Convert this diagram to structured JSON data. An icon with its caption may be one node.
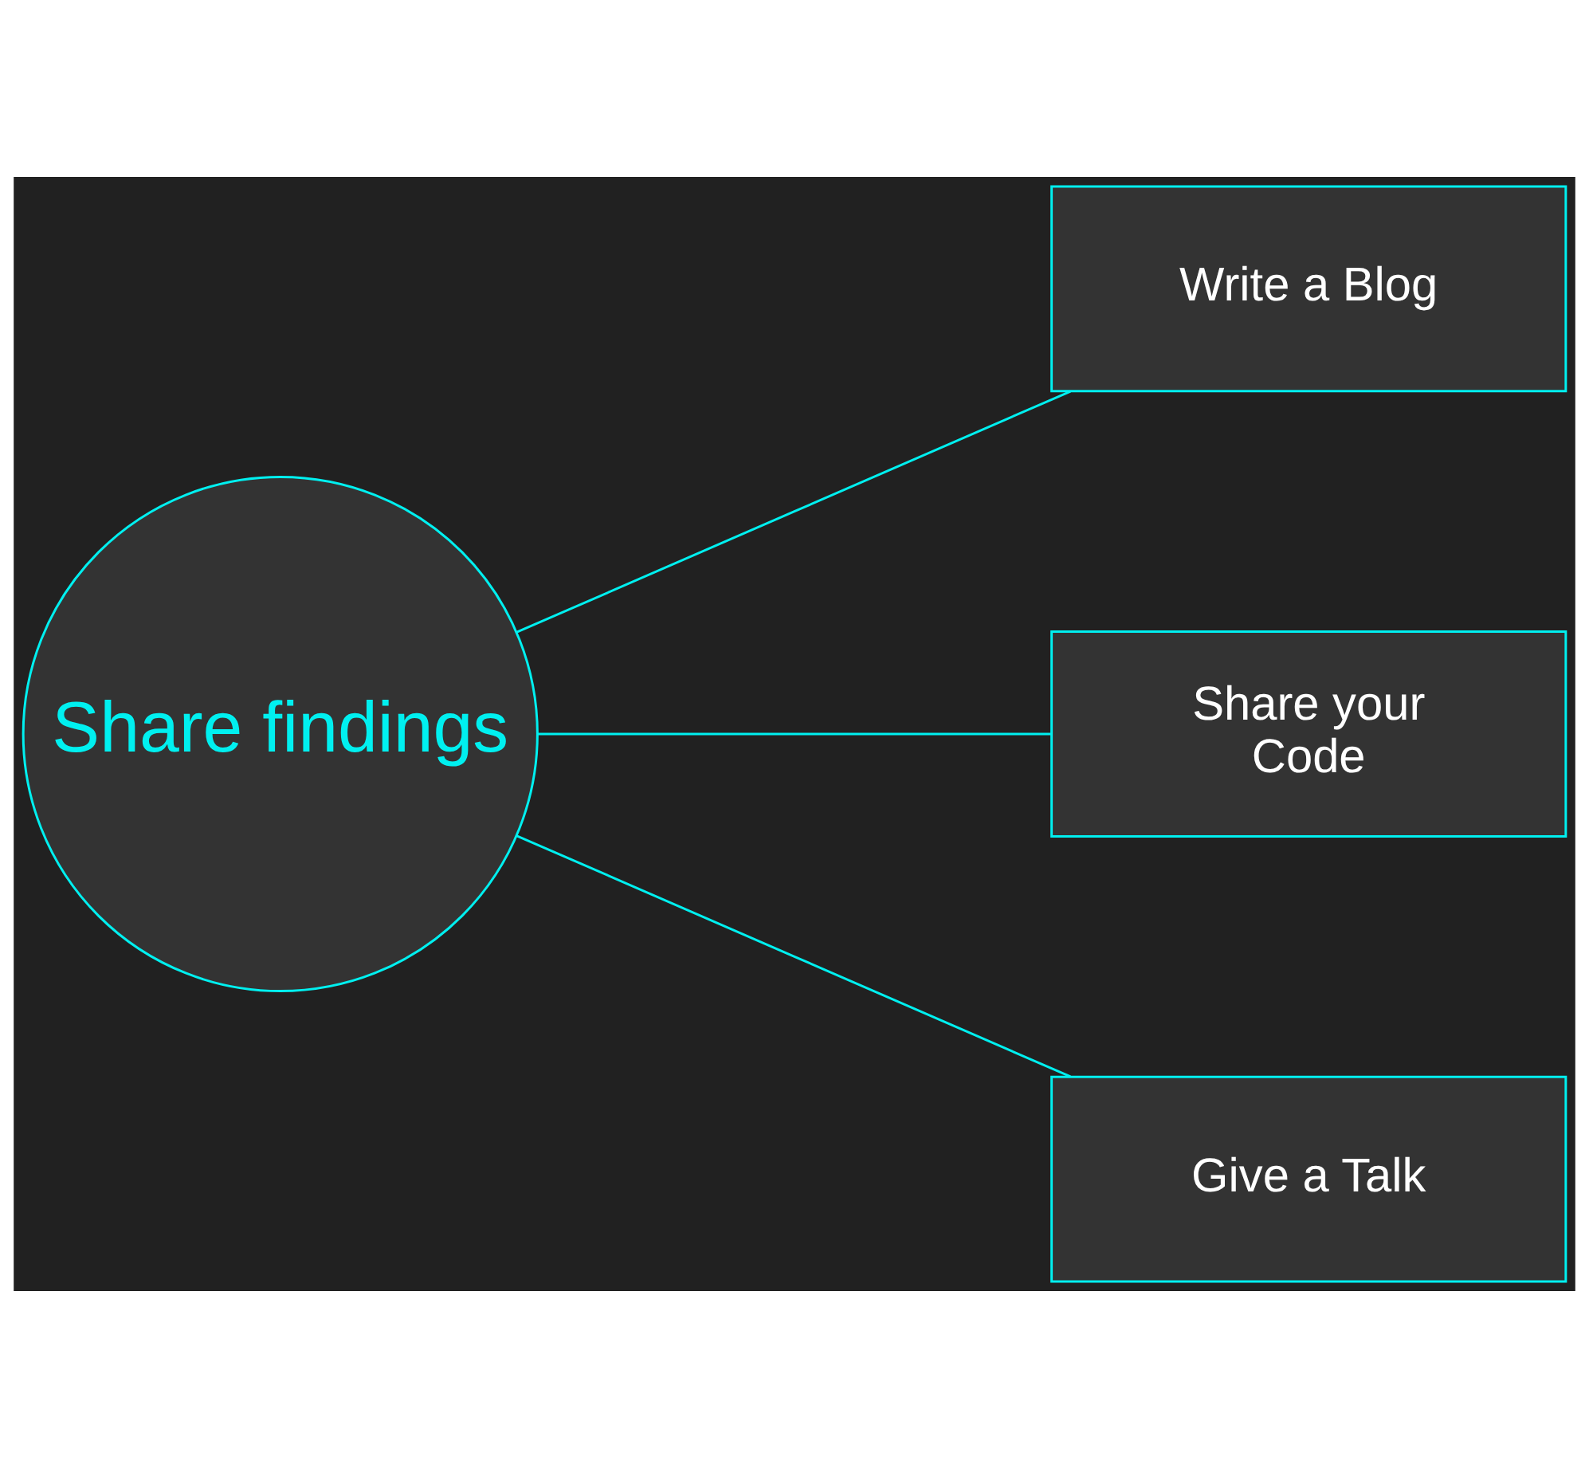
{
  "diagram": {
    "nodes": [
      {
        "text": [
          "Share findings"
        ]
      },
      {
        "text": [
          "Write a Blog"
        ]
      },
      {
        "text": [
          "Share your Code"
        ]
      },
      {
        "text": [
          "Give a Talk"
        ]
      }
    ],
    "edges": [
      {
        "from": 0,
        "to": 1,
        "arrow": "none"
      },
      {
        "from": 0,
        "to": 2,
        "arrow": "none"
      },
      {
        "from": 0,
        "to": 3,
        "arrow": "none"
      }
    ]
  }
}
